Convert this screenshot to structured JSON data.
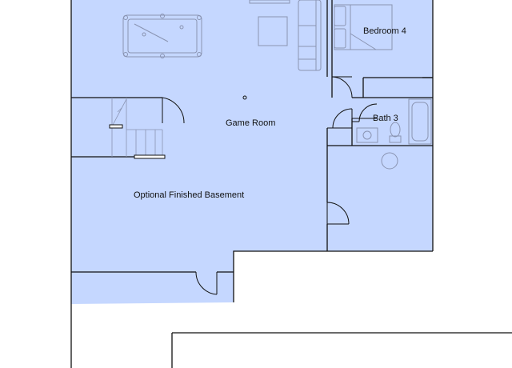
{
  "colors": {
    "floor_fill": "#c5d7ff",
    "wall": "#111111",
    "fixture": "#8a94b2",
    "background": "#ffffff"
  },
  "rooms": {
    "bedroom_4": "Bedroom 4",
    "bath_3": "Bath 3",
    "game_room": "Game Room",
    "basement": "Optional Finished Basement"
  },
  "icons": {
    "pool_table": "pool-table-icon",
    "sofa": "sectional-sofa-icon",
    "ottoman": "ottoman-icon",
    "bed": "bed-icon",
    "bathtub": "bathtub-icon",
    "toilet": "toilet-icon",
    "sink": "sink-icon",
    "staircase": "staircase-icon",
    "water_heater": "water-heater-icon"
  }
}
